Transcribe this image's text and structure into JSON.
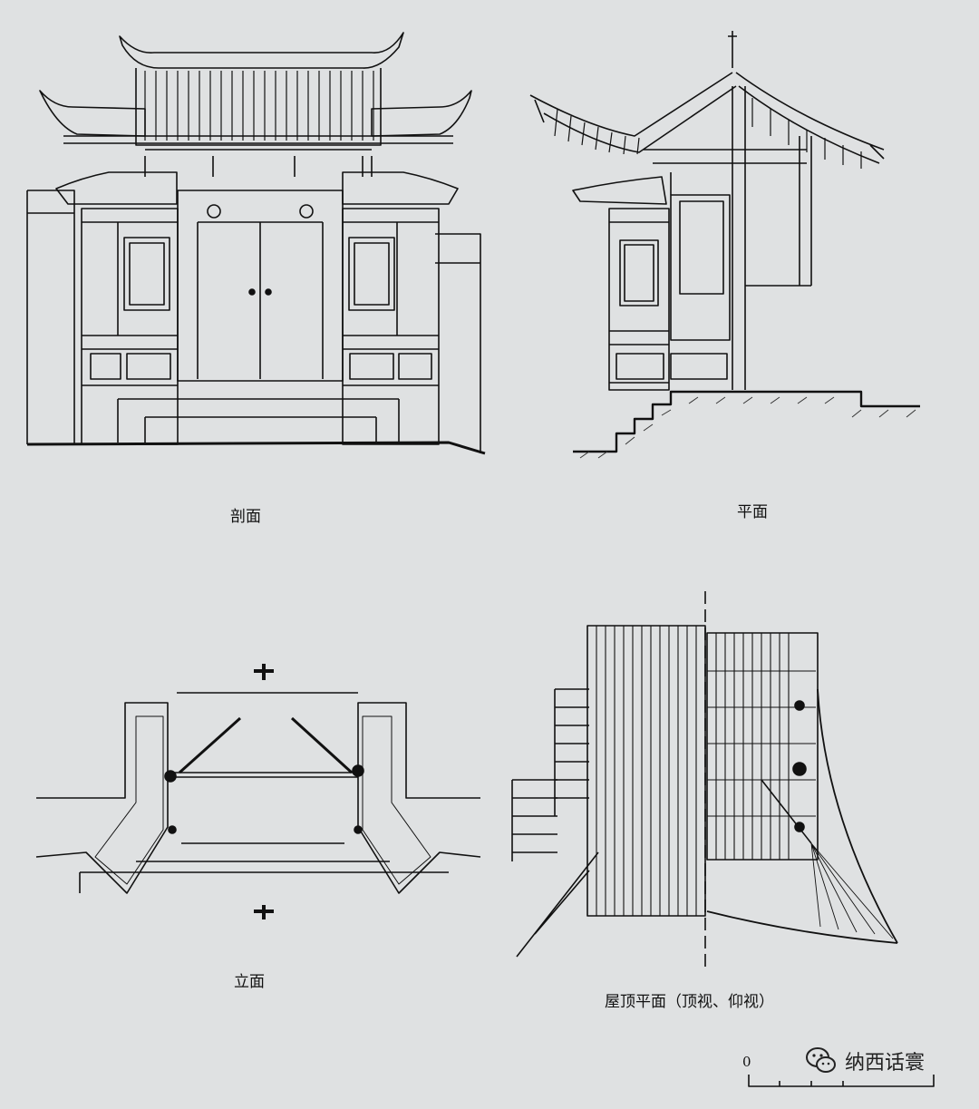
{
  "figure": {
    "captions": {
      "section": "剖面",
      "plan": "平面",
      "elevation": "立面",
      "roof_plan": "屋顶平面（顶视、仰视）"
    },
    "scale_bar": {
      "zero_label": "0"
    },
    "watermark": {
      "text": "纳西话寰",
      "icon": "wechat-icon"
    }
  }
}
